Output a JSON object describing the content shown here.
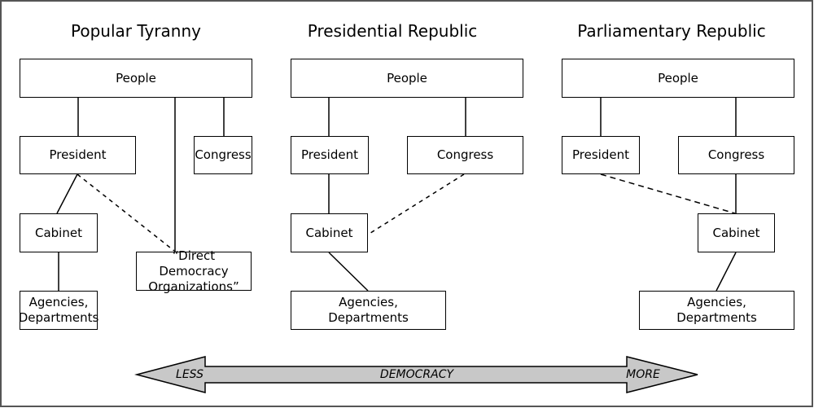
{
  "columns": [
    {
      "title": "Popular Tyranny",
      "people": "People",
      "president": "President",
      "congress": "Congress",
      "cabinet": "Cabinet",
      "agencies": "Agencies,\nDepartments",
      "ddo": "“Direct Democracy\nOrganizations”"
    },
    {
      "title": "Presidential Republic",
      "people": "People",
      "president": "President",
      "congress": "Congress",
      "cabinet": "Cabinet",
      "agencies": "Agencies,\nDepartments"
    },
    {
      "title": "Parliamentary Republic",
      "people": "People",
      "president": "President",
      "congress": "Congress",
      "cabinet": "Cabinet",
      "agencies": "Agencies,\nDepartments"
    }
  ],
  "arrow": {
    "left_label": "LESS",
    "center_label": "DEMOCRACY",
    "right_label": "MORE",
    "fill_color": "#c8c8c8"
  },
  "colors": {
    "frame_background": "#ffffff",
    "frame_border": "#555555",
    "line": "#000000"
  }
}
